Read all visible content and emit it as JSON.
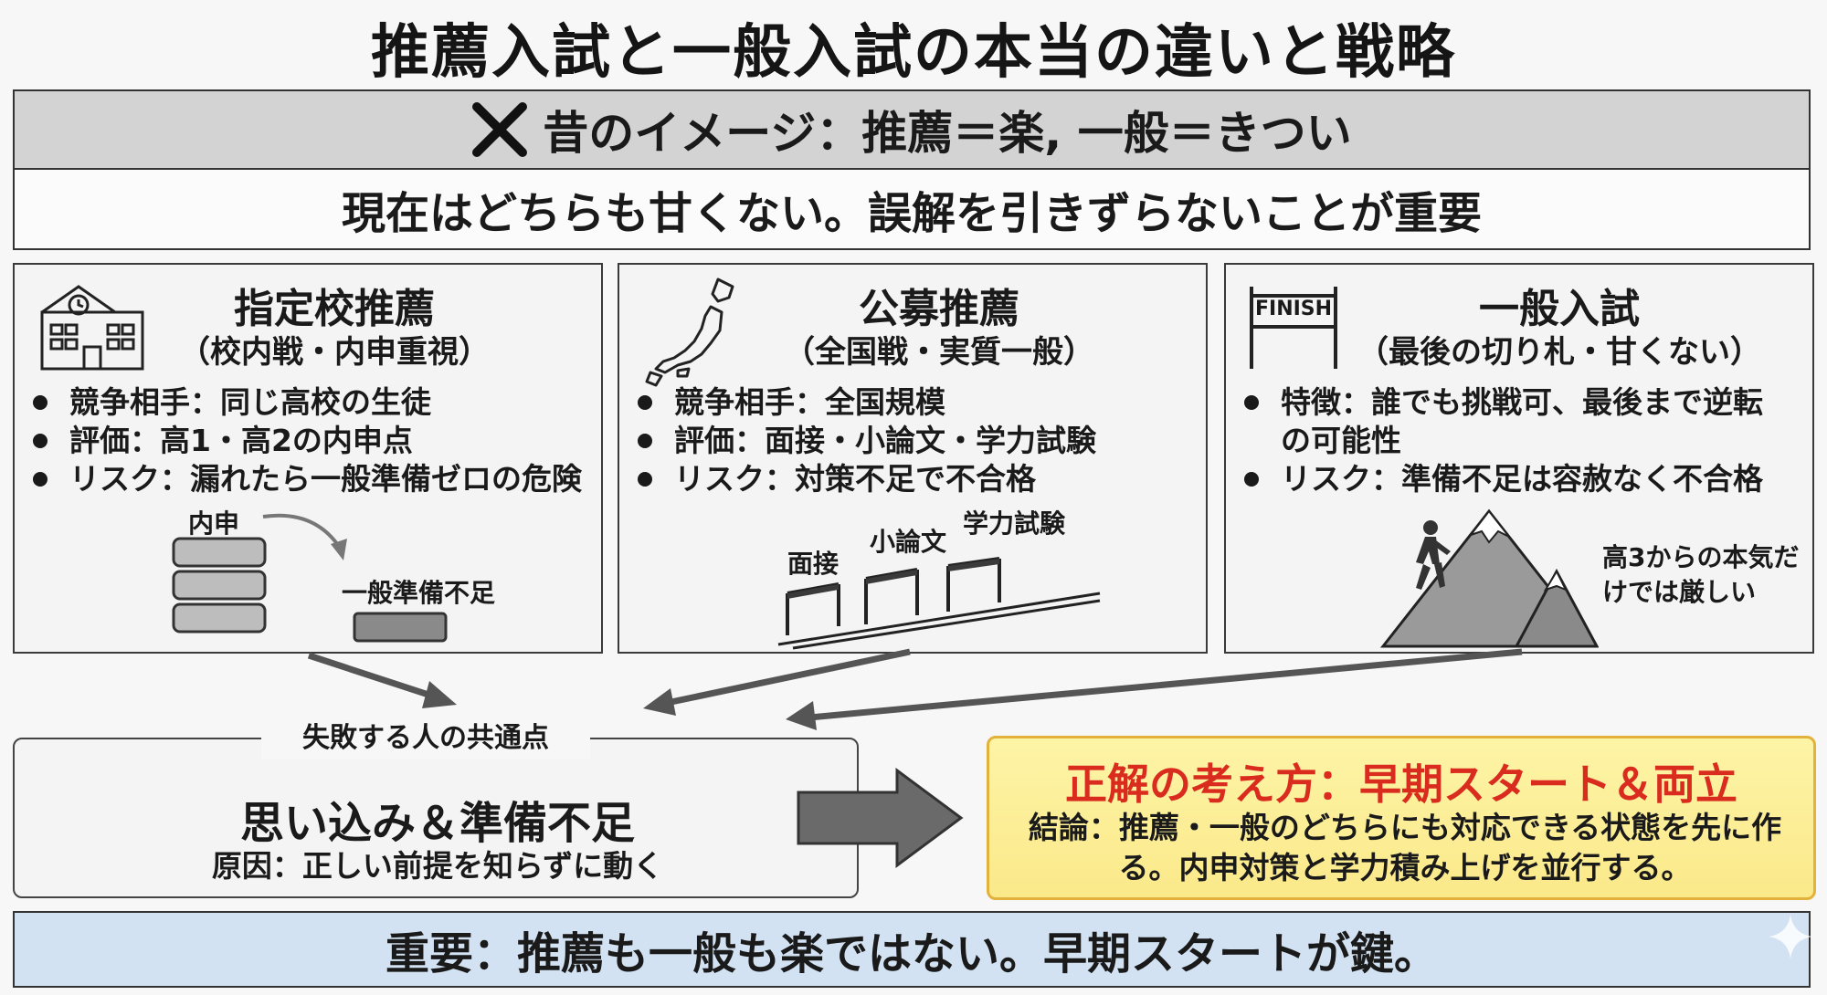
{
  "title": "推薦入試と一般入試の本当の違いと戦略",
  "myth": {
    "text": "昔のイメージ：推薦＝楽, 一般＝きつい"
  },
  "reality": {
    "text": "現在はどちらも甘くない。誤解を引きずらないことが重要"
  },
  "panels": [
    {
      "title": "指定校推薦",
      "subtitle": "（校内戦・内申重視）",
      "bullets": [
        "競争相手：同じ高校の生徒",
        "評価：高1・高2の内申点",
        "リスク：漏れたら一般準備ゼロの危険"
      ],
      "labels": {
        "naishin": "内申",
        "shortfall": "一般準備不足"
      }
    },
    {
      "title": "公募推薦",
      "subtitle": "（全国戦・実質一般）",
      "bullets": [
        "競争相手：全国規模",
        "評価：面接・小論文・学力試験",
        "リスク：対策不足で不合格"
      ],
      "labels": {
        "h1": "面接",
        "h2": "小論文",
        "h3": "学力試験"
      }
    },
    {
      "title": "一般入試",
      "subtitle": "（最後の切り札・甘くない）",
      "bullets": [
        "特徴：誰でも挑戦可、最後まで逆転の可能性",
        "リスク：準備不足は容赦なく不合格"
      ],
      "labels": {
        "finish": "FINISH",
        "mountain": "高3からの本気だけでは厳しい"
      }
    }
  ],
  "failure": {
    "tag": "失敗する人の共通点",
    "title": "思い込み＆準備不足",
    "cause": "原因：正しい前提を知らずに動く"
  },
  "answer": {
    "title": "正解の考え方：早期スタート＆両立",
    "body": "結論：推薦・一般のどちらにも対応できる状態を先に作る。内申対策と学力積み上げを並行する。"
  },
  "bottom": {
    "text": "重要：推薦も一般も楽ではない。早期スタートが鍵。"
  },
  "colors": {
    "answer_title": "#d92b1e",
    "bottom_bg": "#d2e2f2",
    "answer_bg": "#fbe98a"
  }
}
